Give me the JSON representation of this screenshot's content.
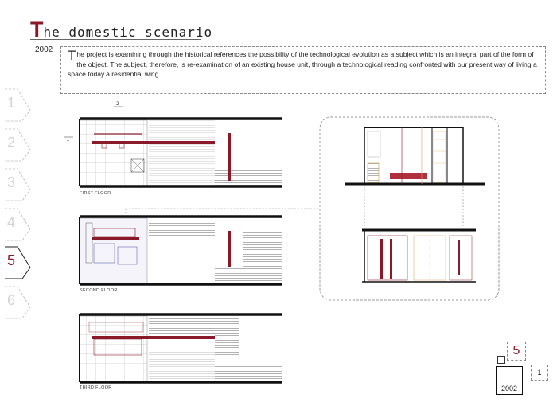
{
  "header": {
    "title_initial": "T",
    "title_rest": "he domestic scenario",
    "year": "2002"
  },
  "description": {
    "dropcap": "T",
    "text": "he project is examining through the historical references the possibility of the technological evolution as a subject which is an integral part of the form of the object. The subject, therefore, is re-examination of an existing house unit, through a technological reading confronted with our present way of living a space today.a residential wing."
  },
  "nav": {
    "tabs": [
      {
        "label": "1",
        "active": false
      },
      {
        "label": "2",
        "active": false
      },
      {
        "label": "3",
        "active": false
      },
      {
        "label": "4",
        "active": false
      },
      {
        "label": "5",
        "active": true
      },
      {
        "label": "6",
        "active": false
      }
    ]
  },
  "plans": {
    "first_floor": "FIRST FLOOR",
    "second_floor": "SECOND FLOOR",
    "third_floor": "THIRD FLOOR"
  },
  "footer": {
    "page_number": "5",
    "year": "2002",
    "sub_page": "1"
  },
  "colors": {
    "accent": "#8a1a2a",
    "line": "#111111",
    "tab_inactive": "#d4d4d4"
  }
}
